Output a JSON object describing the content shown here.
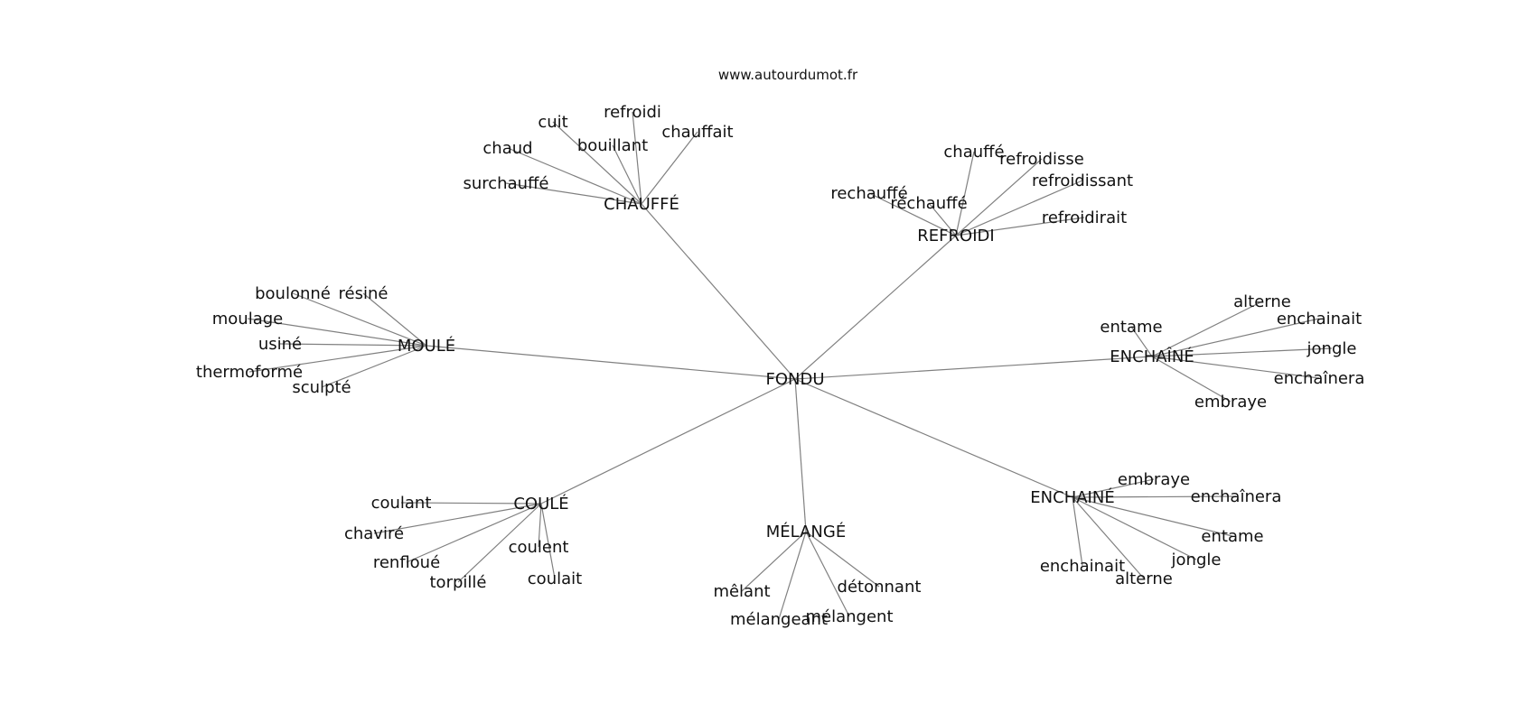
{
  "source": "www.autourdumot.fr",
  "center": "FONDU",
  "clusters": [
    {
      "label": "CHAUFFÉ",
      "words": [
        "surchauffé",
        "chaud",
        "cuit",
        "bouillant",
        "refroidi",
        "chauffait"
      ]
    },
    {
      "label": "REFROIDI",
      "words": [
        "rechauffé",
        "réchauffé",
        "chauffé",
        "refroidisse",
        "refroidissant",
        "refroidirait"
      ]
    },
    {
      "label": "MOULÉ",
      "words": [
        "boulonné",
        "résiné",
        "moulage",
        "usiné",
        "thermoformé",
        "sculpté"
      ]
    },
    {
      "label": "ENCHAÎNÉ",
      "words": [
        "entame",
        "alterne",
        "enchainait",
        "jongle",
        "enchaînera",
        "embraye"
      ]
    },
    {
      "label": "COULÉ",
      "words": [
        "coulant",
        "chaviré",
        "renfloué",
        "torpillé",
        "coulent",
        "coulait"
      ]
    },
    {
      "label": "MÉLANGÉ",
      "words": [
        "mêlant",
        "mélangeant",
        "mélangent",
        "détonnant"
      ]
    },
    {
      "label": "ENCHAINÉ",
      "words": [
        "embraye",
        "enchaînera",
        "entame",
        "jongle",
        "enchainait",
        "alterne"
      ]
    }
  ]
}
